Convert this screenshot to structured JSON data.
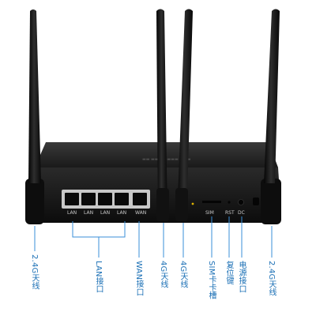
{
  "router": {
    "panel_port_labels": {
      "lan1": "LAN",
      "lan2": "LAN",
      "lan3": "LAN",
      "lan4": "LAN",
      "wan": "WAN",
      "sim": "SIM",
      "rst": "RST",
      "dc": "DC"
    }
  },
  "callouts": {
    "antenna_left": "2.4G天线",
    "lan_ports": "LAN接口",
    "wan_port": "WAN接口",
    "antenna_4g_1": "4G天线",
    "antenna_4g_2": "4G天线",
    "sim_slot": "SIM卡卡槽",
    "reset_key": "复位键",
    "power_port": "电源接口",
    "antenna_right": "2.4G天线"
  },
  "colors": {
    "callout_text": "#1a6fb5",
    "callout_line": "#3a8fd8",
    "body": "#1b1b1b",
    "antenna": "#101010"
  }
}
